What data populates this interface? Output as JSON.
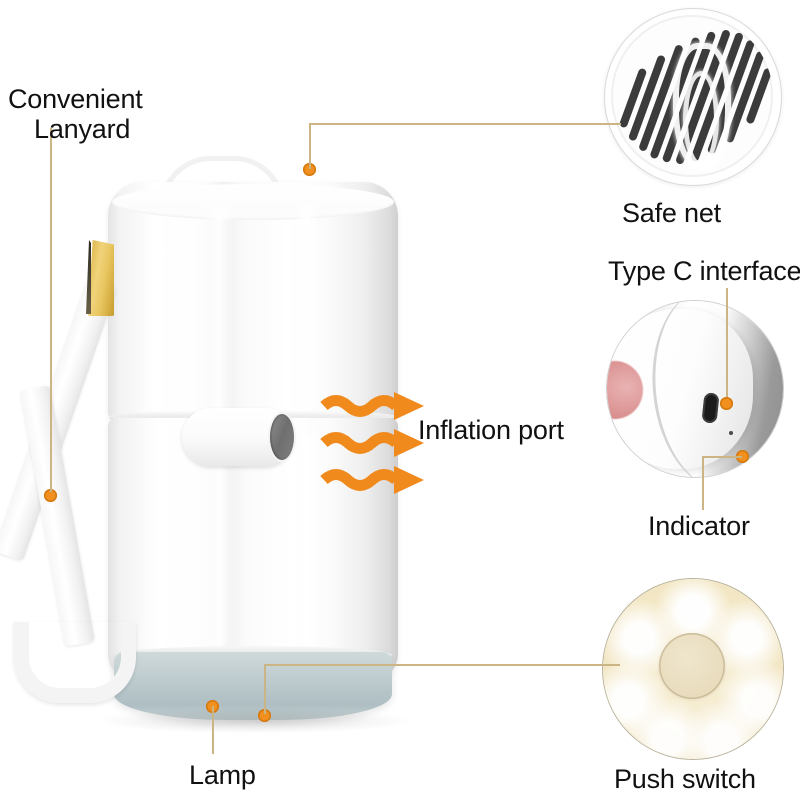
{
  "image": {
    "kind": "product-feature-infographic",
    "background_color": "#ffffff",
    "accent_dot_color": "#f2901f",
    "leader_line_color": "#cbb584",
    "label_text_color": "#111111"
  },
  "callouts": [
    {
      "id": "convenient-lanyard",
      "label_line1": "Convenient",
      "label_line2": "Lanyard",
      "target": "white wrist strap with gold metal clip"
    },
    {
      "id": "safe-net",
      "label": "Safe net",
      "target": "top fan grille with diagonal slats"
    },
    {
      "id": "type-c-interface",
      "label": "Type C interface",
      "target": "USB-C charging port"
    },
    {
      "id": "indicator",
      "label": "Indicator",
      "target": "small charge indicator LED"
    },
    {
      "id": "inflation-port",
      "label": "Inflation port",
      "target": "air outlet nozzle with airflow arrows"
    },
    {
      "id": "lamp",
      "label": "Lamp",
      "target": "sage-green glowing base ring"
    },
    {
      "id": "push-switch",
      "label": "Push switch",
      "target": "illuminated round push button"
    }
  ],
  "product": {
    "name": "portable inflator pump with lamp",
    "body_color": "#ffffff",
    "base_color": "#bccacd",
    "clip_color": "#e8c55f",
    "nozzle_hole_color": "#6f6f6f"
  },
  "detail_circles": [
    {
      "id": "safe-net-circle",
      "caption": "Safe net",
      "contents": "dark diagonal grille slats with white cord threaded through center"
    },
    {
      "id": "type-c-circle",
      "caption": "Type C interface",
      "contents": "close-up of device side showing black USB-C port and indicator LED"
    },
    {
      "id": "push-switch-circle",
      "caption": "Push switch",
      "contents": "warm glowing cream lamp face with round center button and ring of LEDs"
    }
  ],
  "airflow": {
    "arrow_count": 3,
    "arrow_color": "#f08a1c",
    "direction": "right"
  },
  "icons": {
    "airflow": "wavy-arrow-icon",
    "usb_c": "usb-c-port-icon",
    "grille": "fan-grille-icon"
  }
}
